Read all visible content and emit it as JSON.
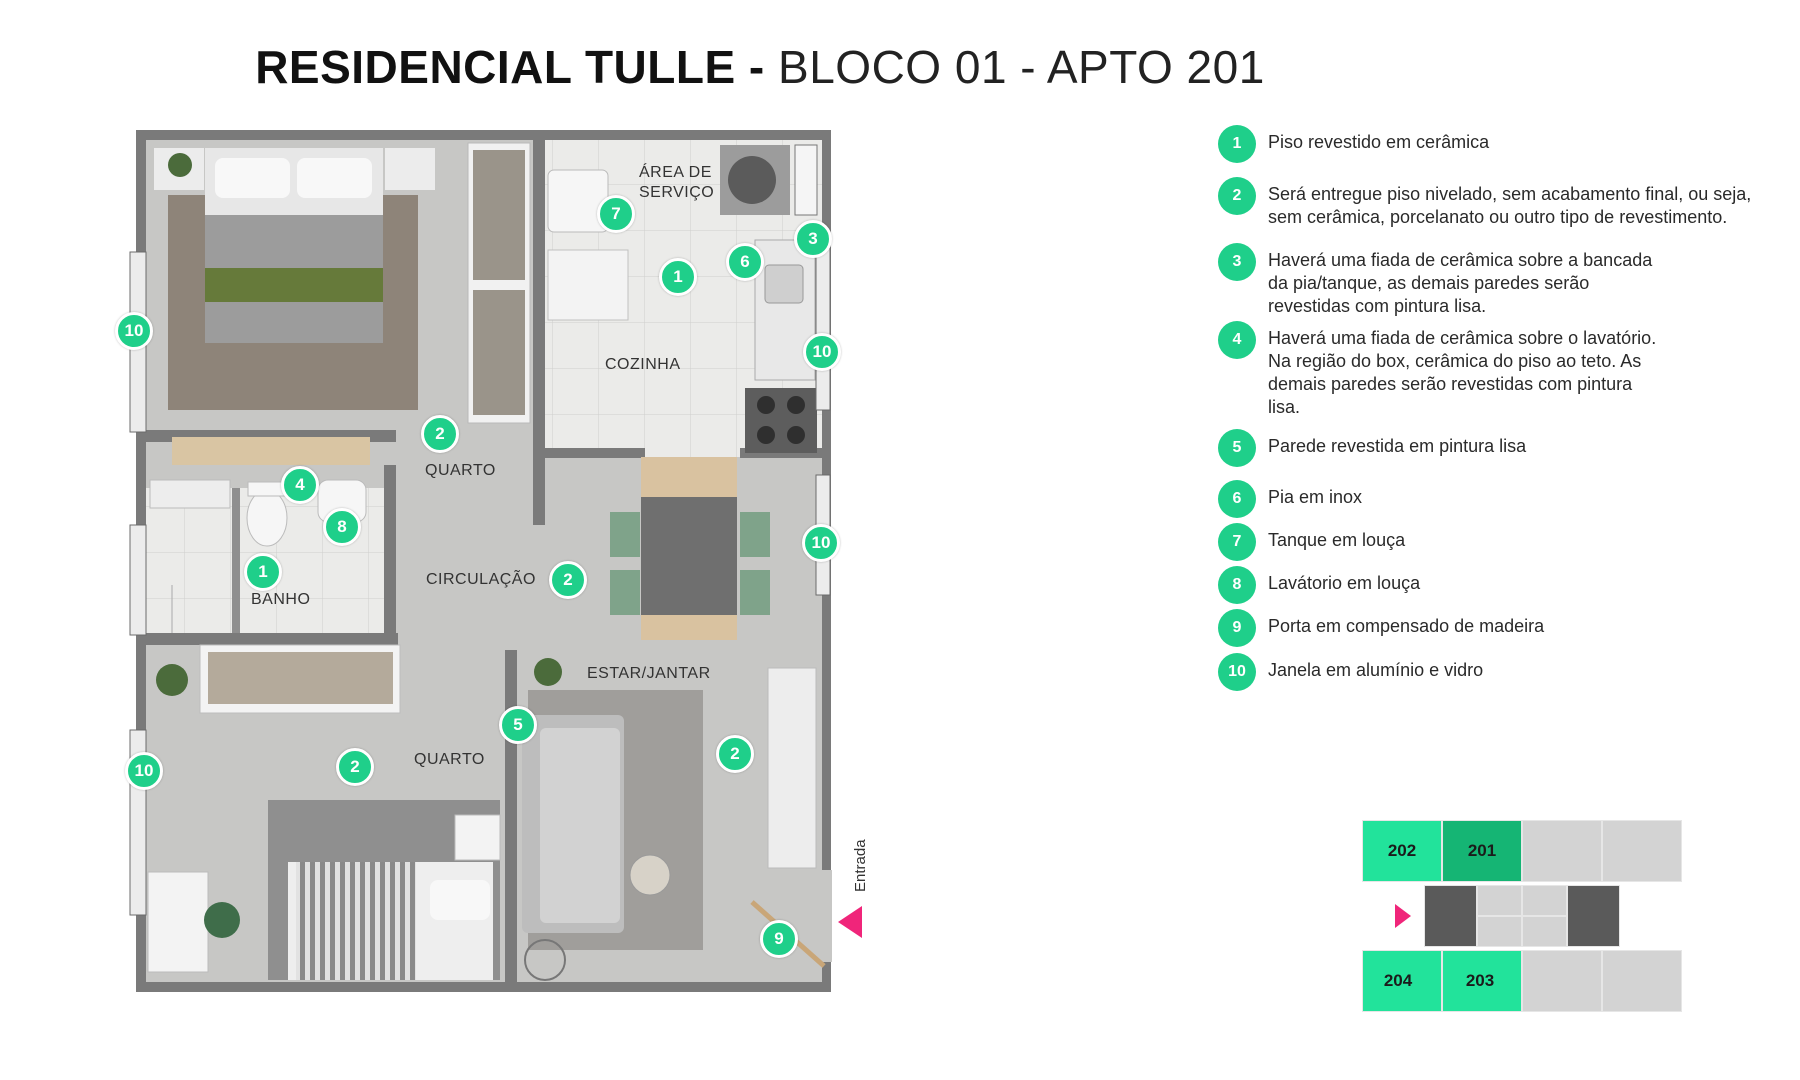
{
  "title": {
    "bold": "RESIDENCIAL TULLE",
    "separator": " - ",
    "light": "BLOCO 01 - APTO 201"
  },
  "rooms": {
    "area_servico_1": "ÁREA DE",
    "area_servico_2": "SERVIÇO",
    "cozinha": "COZINHA",
    "quarto_top": "QUARTO",
    "circulacao": "CIRCULAÇÃO",
    "banho": "BANHO",
    "estar_jantar": "ESTAR/JANTAR",
    "quarto_bottom": "QUARTO",
    "entrada": "Entrada"
  },
  "markers": {
    "m_area_7": "7",
    "m_cozinha_1": "1",
    "m_pia_6": "6",
    "m_bancada_3": "3",
    "m_janela_cozinha_10": "10",
    "m_janela_quarto_10": "10",
    "m_quarto_2": "2",
    "m_lavatorio_4": "4",
    "m_lavatorio_8": "8",
    "m_banho_1": "1",
    "m_circulacao_2": "2",
    "m_janela_sala_10": "10",
    "m_parede_5": "5",
    "m_estar_2": "2",
    "m_quarto2_2": "2",
    "m_janela_quarto2_10": "10",
    "m_porta_9": "9"
  },
  "legend": [
    {
      "num": "1",
      "text": "Piso revestido em cerâmica"
    },
    {
      "num": "2",
      "text": "Será entregue piso nivelado, sem acabamento final, ou seja, sem cerâmica, porcelanato ou outro tipo de revestimento."
    },
    {
      "num": "3",
      "text": "Haverá uma fiada de cerâmica sobre a bancada da pia/tanque, as demais paredes serão revestidas com pintura lisa."
    },
    {
      "num": "4",
      "text": "Haverá uma fiada de cerâmica sobre o lavatório. Na região do box, cerâmica do piso ao teto. As demais paredes serão revestidas com pintura lisa."
    },
    {
      "num": "5",
      "text": "Parede revestida em pintura lisa"
    },
    {
      "num": "6",
      "text": "Pia em inox"
    },
    {
      "num": "7",
      "text": "Tanque em louça"
    },
    {
      "num": "8",
      "text": "Lavátorio em louça"
    },
    {
      "num": "9",
      "text": "Porta em compensado de madeira"
    },
    {
      "num": "10",
      "text": "Janela em alumínio e vidro"
    }
  ],
  "keyplan": {
    "units": [
      "202",
      "201",
      "204",
      "203"
    ],
    "highlight": "201",
    "colors": {
      "unit": "#22e39b",
      "selected": "#15b574",
      "neutral": "#d3d3d3",
      "core": "#5a5a5a",
      "arrow": "#f0257a"
    }
  },
  "colors": {
    "accent": "#1fcf8a",
    "wall": "#7d7d7d",
    "floor": "#c9c9c7",
    "tile": "#e9e9e7"
  }
}
